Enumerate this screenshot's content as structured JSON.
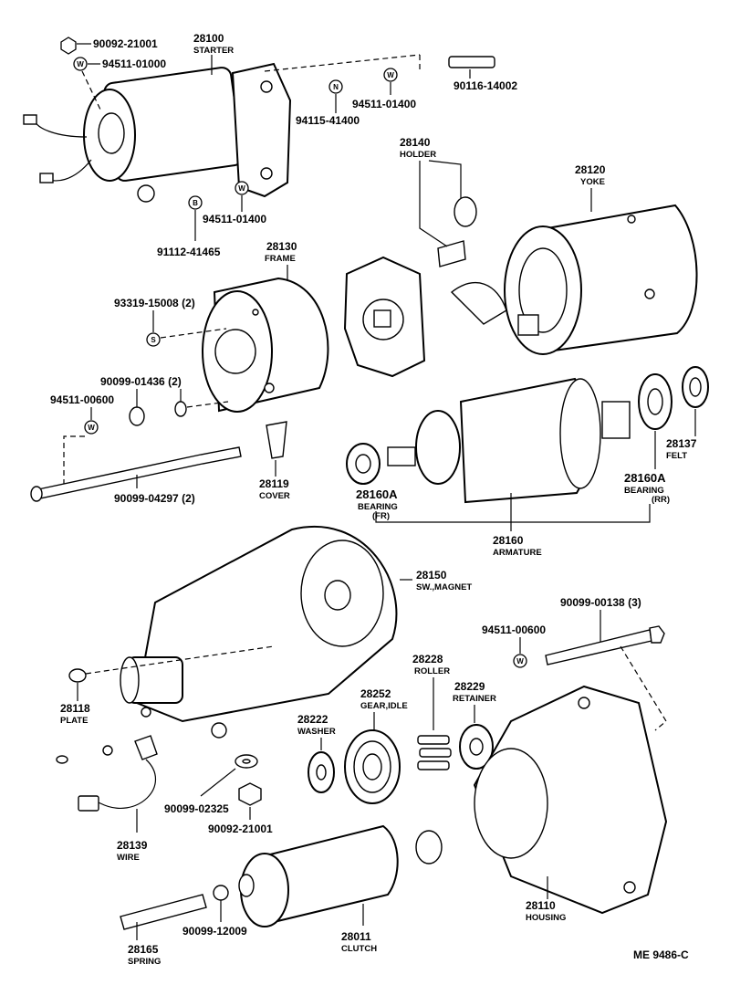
{
  "callouts": {
    "nut_top": {
      "part_no": "90092-21001"
    },
    "washer_top": {
      "part_no": "94511-01000"
    },
    "starter": {
      "part_no": "28100",
      "name": "STARTER"
    },
    "stud": {
      "part_no": "90116-14002"
    },
    "nut_n": {
      "part_no": "94115-41400"
    },
    "washer_w2": {
      "part_no": "94511-01400"
    },
    "washer_w3": {
      "part_no": "94511-01400"
    },
    "bolt_b": {
      "part_no": "91112-41465"
    },
    "holder": {
      "part_no": "28140",
      "name": "HOLDER"
    },
    "yoke": {
      "part_no": "28120",
      "name": "YOKE"
    },
    "frame": {
      "part_no": "28130",
      "name": "FRAME"
    },
    "screw_s": {
      "part_no": "93319-15008 (2)"
    },
    "grommet": {
      "part_no": "90099-01436 (2)"
    },
    "washer_bolt": {
      "part_no": "94511-00600"
    },
    "through_bolt": {
      "part_no": "90099-04297 (2)"
    },
    "cover": {
      "part_no": "28119",
      "name": "COVER"
    },
    "bearing_fr": {
      "part_no": "28160A",
      "name": "BEARING",
      "sub": "(FR)"
    },
    "bearing_rr": {
      "part_no": "28160A",
      "name": "BEARING",
      "sub": "(RR)"
    },
    "felt": {
      "part_no": "28137",
      "name": "FELT"
    },
    "armature": {
      "part_no": "28160",
      "name": "ARMATURE"
    },
    "switch": {
      "part_no": "28150",
      "name": "SW.,MAGNET"
    },
    "housing_bolt": {
      "part_no": "90099-00138 (3)"
    },
    "washer_housing": {
      "part_no": "94511-00600"
    },
    "plate": {
      "part_no": "28118",
      "name": "PLATE"
    },
    "roller": {
      "part_no": "28228",
      "name": "ROLLER"
    },
    "gear_idle": {
      "part_no": "28252",
      "name": "GEAR,IDLE"
    },
    "retainer": {
      "part_no": "28229",
      "name": "RETAINER"
    },
    "washer_gear": {
      "part_no": "28222",
      "name": "WASHER"
    },
    "wire": {
      "part_no": "28139",
      "name": "WIRE"
    },
    "washer_sw": {
      "part_no": "90099-02325"
    },
    "nut_sw": {
      "part_no": "90092-21001"
    },
    "housing": {
      "part_no": "28110",
      "name": "HOUSING"
    },
    "spring": {
      "part_no": "28165",
      "name": "SPRING"
    },
    "ring": {
      "part_no": "90099-12009"
    },
    "clutch": {
      "part_no": "28011",
      "name": "CLUTCH"
    }
  },
  "symbols": {
    "washer": "W",
    "nut": "N",
    "bolt": "B",
    "screw": "S"
  },
  "reference": "ME 9486-C"
}
